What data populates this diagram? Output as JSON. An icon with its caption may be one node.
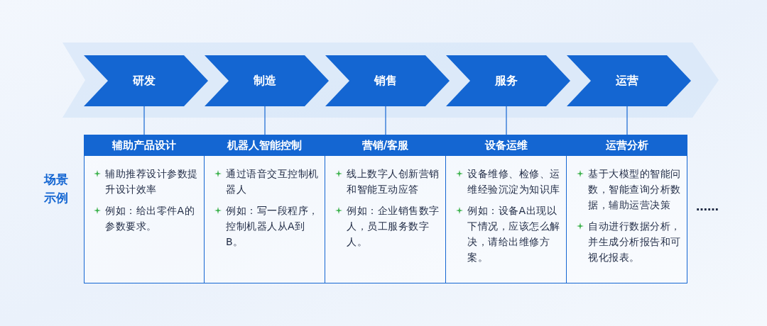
{
  "diagram": {
    "nodes": [
      {
        "text": [
          "研发"
        ]
      },
      {
        "text": [
          "制造"
        ]
      },
      {
        "text": [
          "销售"
        ]
      },
      {
        "text": [
          "服务"
        ]
      },
      {
        "text": [
          "运营"
        ]
      },
      {
        "text": [
          "辅助产品设计",
          "辅助推荐设计参数提升设计效率",
          "例如：给出零件A的参数要求。"
        ]
      },
      {
        "text": [
          "机器人智能控制",
          "通过语音交互控制机器人",
          "例如：写一段程序，控制机器人从A到B。"
        ]
      },
      {
        "text": [
          "营销/客服",
          "线上数字人创新营销和智能互动应答",
          "例如：企业销售数字人，员工服务数字人。"
        ]
      },
      {
        "text": [
          "设备运维",
          "设备维修、检修、运维经验沉淀为知识库",
          "例如：设备A出现以下情况，应该怎么解决，请给出维修方案。"
        ]
      },
      {
        "text": [
          "运营分析",
          "基于大模型的智能问数，智能查询分析数据，辅助运营决策",
          "自动进行数据分析，并生成分析报告和可视化报表。"
        ]
      }
    ],
    "edges": [
      {
        "from": 0,
        "to": 5,
        "arrow": "none"
      },
      {
        "from": 1,
        "to": 6,
        "arrow": "none"
      },
      {
        "from": 2,
        "to": 7,
        "arrow": "none"
      },
      {
        "from": 3,
        "to": 8,
        "arrow": "none"
      },
      {
        "from": 4,
        "to": 9,
        "arrow": "none"
      }
    ],
    "labels": [
      "场景示例",
      "……"
    ]
  }
}
